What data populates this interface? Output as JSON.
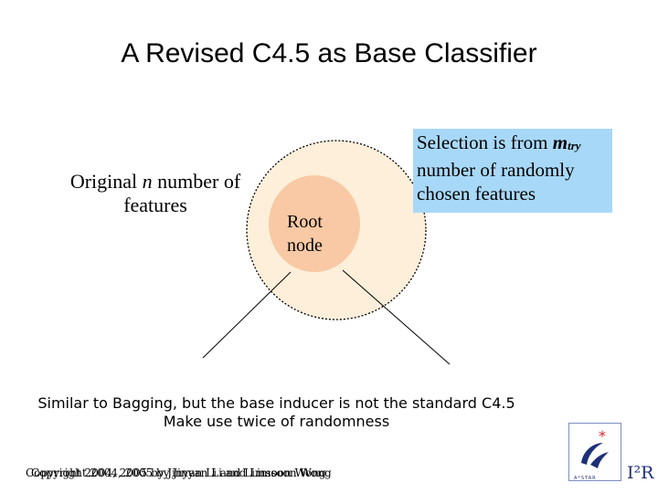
{
  "slide": {
    "title": "A Revised C4.5 as Base Classifier"
  },
  "diagram": {
    "original_label": {
      "pre": "Original ",
      "n": "n",
      "post": " number of features"
    },
    "root_label": {
      "line1": "Root",
      "line2": "node"
    },
    "callout": {
      "line1_pre": "Selection is from ",
      "m": "m",
      "sub": "try",
      "line2": "number of randomly",
      "line3": "chosen features"
    },
    "colors": {
      "big_circle_fill": "#fdefd9",
      "root_circle_fill": "#f8c9a4",
      "callout_fill": "#a8d8f8"
    }
  },
  "caption": {
    "line1": "Similar to Bagging, but the base inducer is not the standard C4.5",
    "line2": "Make use twice of randomness"
  },
  "footer": {
    "text_a": "Copyright 2004, 2005 by Jinyan Li and Limsoon Wong",
    "text_b": "Copyright 2004, 2005 by Jinyan Li and Limsoon Wong"
  },
  "logo": {
    "brand": "I²R",
    "mark": "A*STAR"
  }
}
